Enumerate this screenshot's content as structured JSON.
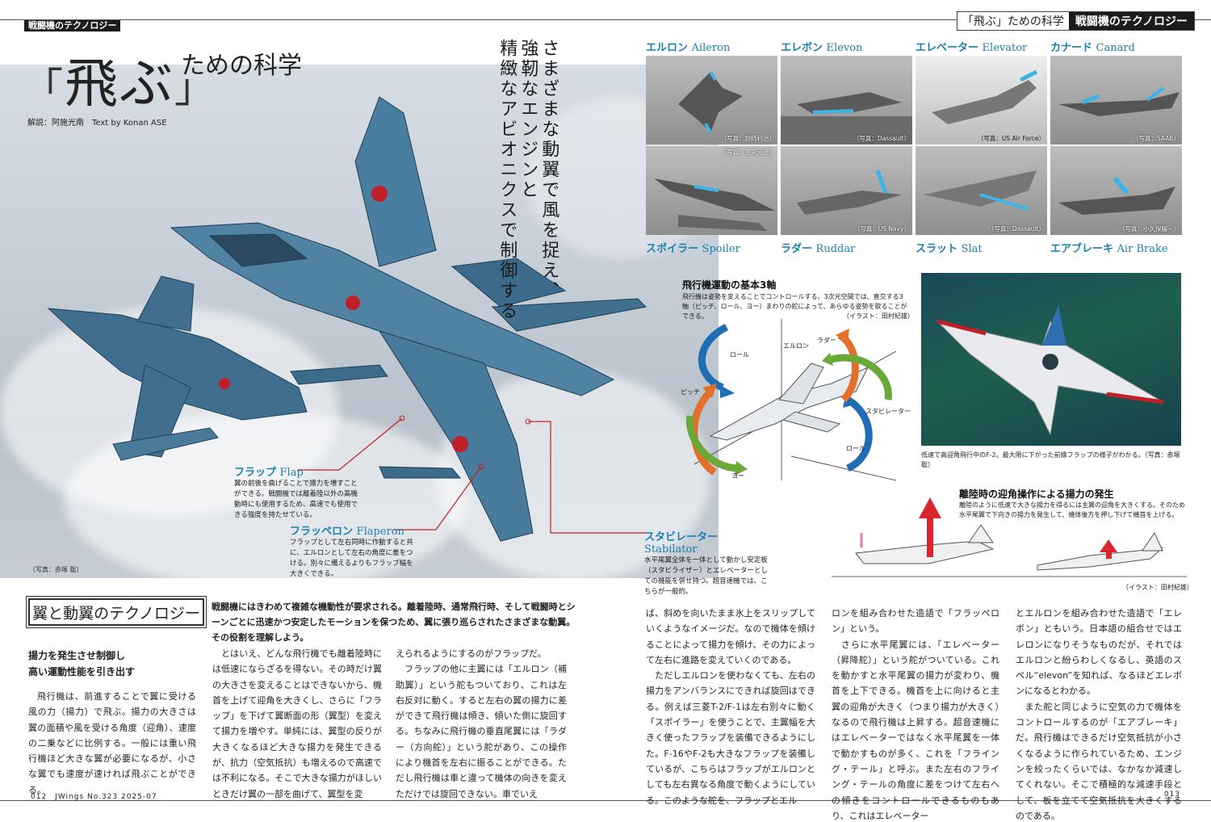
{
  "header": {
    "left_tag": "戦闘機のテクノロジー",
    "right_tag_light": "「飛ぶ」ための科学",
    "right_tag_dark": "戦闘機のテクノロジー"
  },
  "title": {
    "open_bracket": "「",
    "big": "飛ぶ",
    "close_bracket": "」",
    "rest": "ための科学",
    "byline": "解説：阿施光南　Text by Konan ASE"
  },
  "vertical_lead": [
    "さまざまな動翼で風を捉え、",
    "強靭なエンジンと",
    "精緻なアビオニクスで制御する"
  ],
  "main_photo_credit": "（写真：赤塚 聡）",
  "callouts": {
    "flap": {
      "jp": "フラップ",
      "en": "Flap",
      "body": "翼の前後を曲げることで揚力を増すことができる。戦闘機では離着陸以外の高機動時にも使用するため、高速でも使用できる強度を持たせている。"
    },
    "flaperon": {
      "jp": "フラッペロン",
      "en": "Flaperon",
      "body": "フラップとして左右同時に作動すると共に、エルロンとして左右の角度に差をつける。別々に備えるよりもフラップ幅を大きくできる。"
    },
    "stabilator": {
      "jp": "スタビレーター",
      "en": "Stabilator",
      "body": "水平尾翼全体を一体として動かし安定板（スタビライザー）とエレベーターとしての機能を併せ持つ。超音速機では、こちらが一般的。"
    }
  },
  "control_surfaces_top": [
    {
      "jp": "エルロン",
      "en": "Aileron",
      "credit": "（写真：鈴崎利治）"
    },
    {
      "jp": "エレボン",
      "en": "Elevon",
      "credit": "（写真：Dassault）"
    },
    {
      "jp": "エレベーター",
      "en": "Elevator",
      "credit": "（写真：US Air Force）"
    },
    {
      "jp": "カナード",
      "en": "Canard",
      "credit": "（写真：SAAB）"
    }
  ],
  "control_surfaces_bottom": [
    {
      "jp": "スポイラー",
      "en": "Spoiler",
      "credit": "（写真：徳永克彦）"
    },
    {
      "jp": "ラダー",
      "en": "Ruddar",
      "credit": "（写真：US Navy）"
    },
    {
      "jp": "スラット",
      "en": "Slat",
      "credit": "（写真：Dassault）"
    },
    {
      "jp": "エアブレーキ",
      "en": "Air Brake",
      "credit": "（写真：小久保陽一）"
    }
  ],
  "axes_diagram": {
    "title": "飛行機運動の基本3軸",
    "desc": "飛行機は姿勢を変えることでコントロールする。3次元空間では、直交する3軸（ピッチ、ロール、ヨー）まわりの舵によって、あらゆる姿勢を取ることができる。",
    "credit": "（イラスト：田村紀雄）",
    "labels": {
      "roll_top": "ロール",
      "aileron": "エルロン",
      "rudder": "ラダー",
      "pitch": "ピッチ",
      "stabilator": "スタビレーター",
      "roll_bottom": "ロール",
      "yaw": "ヨー"
    }
  },
  "blue_photo_caption": "低速で高迎角飛行中のF-2。最大限に下がった前縁フラップの様子がわかる。（写真：赤塚 聡）",
  "takeoff_diagram": {
    "title": "離陸時の迎角操作による揚力の発生",
    "desc": "離陸のように低速で大きな揚力を得るには主翼の迎角を大きくする。そのため水平尾翼で下向きの揚力を発生して、機体後方を押し下げて機首を上げる。",
    "credit": "（イラスト：田村紀雄）"
  },
  "article": {
    "section_title": "翼と動翼のテクノロジー",
    "lead": "戦闘機にはきわめて複雑な機動性が要求される。離着陸時、通常飛行時、そして戦闘時とシーンごとに迅速かつ安定したモーションを保つため、翼に張り巡らされたさまざまな動翼。その役割を理解しよう。",
    "subhead": "揚力を発生させ制御し\n高い運動性能を引き出す",
    "col1": "飛行機は、前進することで翼に受ける風の力（揚力）で飛ぶ。揚力の大きさは翼の面積や風を受ける角度（迎角）、速度の二乗などに比例する。一般には重い飛行機ほど大きな翼が必要になるが、小さな翼でも速度が速ければ飛ぶことができる。",
    "col2": "とはいえ、どんな飛行機でも離着陸時には低速にならざるを得ない。その時だけ翼の大きさを変えることはできないから、機首を上げて迎角を大きくし、さらに「フラップ」を下げて翼断面の形（翼型）を変えて揚力を増やす。単純には、翼型の反りが大きくなるほど大きな揚力を発生できるが、抗力（空気抵抗）も増えるので高速では不利になる。そこで大きな揚力がほしいときだけ翼の一部を曲げて、翼型を変",
    "col3": "えられるようにするのがフラップだ。\n　フラップの他に主翼には「エルロン（補助翼）」という舵もついており、これは左右反対に動く。すると左右の翼の揚力に差ができて飛行機は傾き、傾いた側に旋回する。ちなみに飛行機の垂直尾翼には「ラダー（方向舵）」という舵があり、この操作により機首を左右に振ることができる。ただし飛行機は車と違って機体の向きを変えただけでは旋回できない。車でいえ",
    "col4": "ば、斜めを向いたまま氷上をスリップしていくようなイメージだ。なので機体を傾けることによって揚力を傾け、その力によって左右に進路を変えていくのである。\n　ただしエルロンを使わなくても、左右の揚力をアンバランスにできれば旋回はできる。例えば三菱T-2/F-1は左右別々に動く「スポイラー」を使うことで、主翼幅を大きく使ったフラップを装備できるようにした。F-16やF-2も大きなフラップを装備しているが、こちらはフラップがエルロンとしても左右異なる角度で動くようにしている。このような舵を、フラップとエル",
    "col5": "ロンを組み合わせた造語で「フラッペロン」という。\n　さらに水平尾翼には、「エレベーター（昇降舵）」という舵がついている。これを動かすと水平尾翼の揚力が変わり、機首を上下できる。機首を上に向けると主翼の迎角が大きく（つまり揚力が大きく）なるので飛行機は上昇する。超音速機にはエレベーターではなく水平尾翼を一体で動かすものが多く、これを「フライング・テール」と呼ぶ。また左右のフライング・テールの角度に差をつけて左右への傾きをコントロールできるものもあり、これはエレベーター",
    "col6": "とエルロンを組み合わせた造語で「エレボン」ともいう。日本語の組合せではエレロンになりそうなものだが、それではエルロンと紛らわしくなるし、英語のスペル“elevon”を知れば、なるほどエレボンになるとわかる。\n　また舵と同じように空気の力で機体をコントロールするのが「エアブレーキ」だ。飛行機はできるだけ空気抵抗が小さくなるように作られているため、エンジンを絞ったくらいでは、なかなか減速してくれない。そこで積極的な減速手段として、板を立てて空気抵抗を大きくするのである。"
  },
  "footer": {
    "left": "012　JWings No.323 2025-07",
    "right": "013"
  },
  "colors": {
    "accent_blue": "#1a7fb0",
    "arrow_blue": "#1f6db5",
    "arrow_orange": "#e2702a",
    "arrow_green": "#6aa83a",
    "arrow_red": "#d8262e"
  }
}
